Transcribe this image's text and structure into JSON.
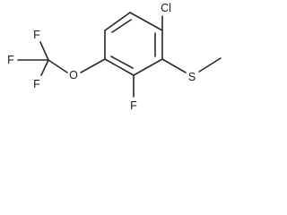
{
  "molecule": {
    "atoms": {
      "chlorine": "Cl",
      "sulfur": "S",
      "fluorine_ring": "F",
      "oxygen": "O",
      "fluorine_cf3_top": "F",
      "fluorine_cf3_left": "F",
      "fluorine_cf3_bottom": "F"
    }
  }
}
